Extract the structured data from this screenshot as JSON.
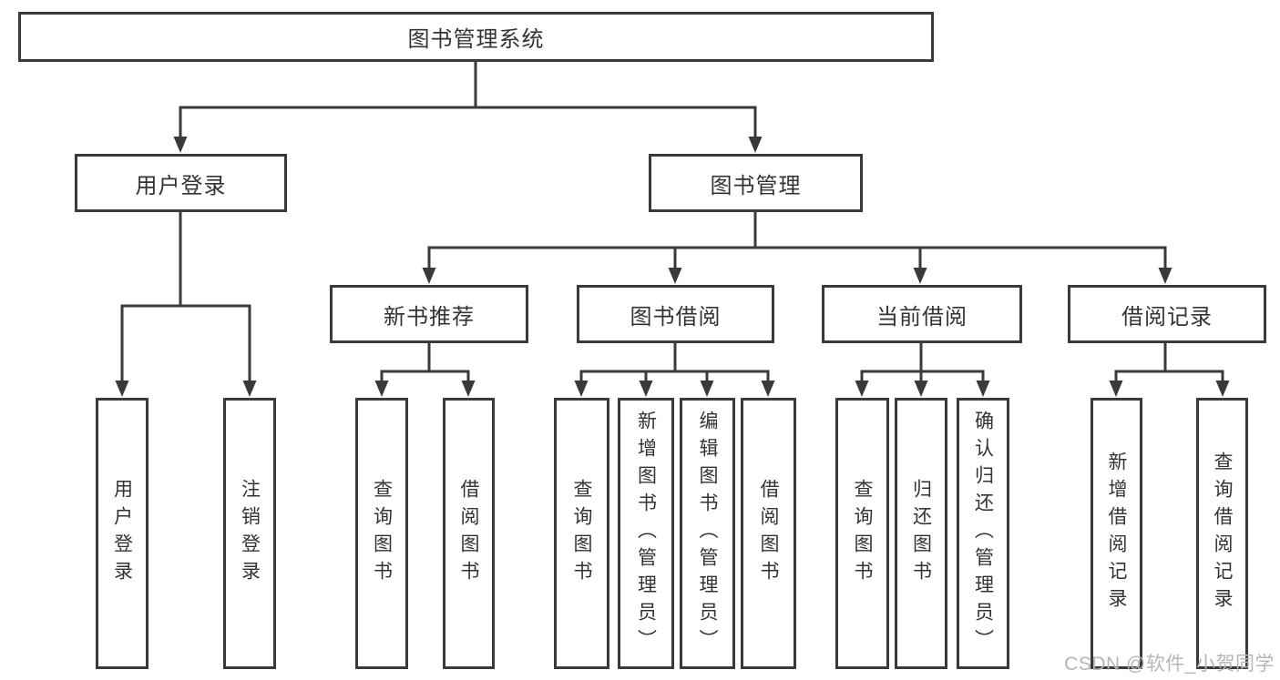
{
  "title": {
    "label": "图书管理系统"
  },
  "branches": [
    {
      "label": "用户登录",
      "children": [
        "用户登录",
        "注销登录"
      ]
    },
    {
      "label": "图书管理",
      "sections": [
        {
          "label": "新书推荐",
          "children": [
            "查询图书",
            "借阅图书"
          ]
        },
        {
          "label": "图书借阅",
          "children": [
            "查询图书",
            "新增图书（管理员）",
            "编辑图书（管理员）",
            "借阅图书"
          ]
        },
        {
          "label": "当前借阅",
          "children": [
            "查询图书",
            "归还图书",
            "确认归还（管理员）"
          ]
        },
        {
          "label": "借阅记录",
          "children": [
            "新增借阅记录",
            "查询借阅记录"
          ]
        }
      ]
    }
  ],
  "watermark": {
    "text": "CSDN @软件_小贺同学"
  },
  "colors": {
    "line": "#3a3a3a",
    "text": "#333333",
    "watermark": "#b5b5b5",
    "background": "#ffffff"
  }
}
